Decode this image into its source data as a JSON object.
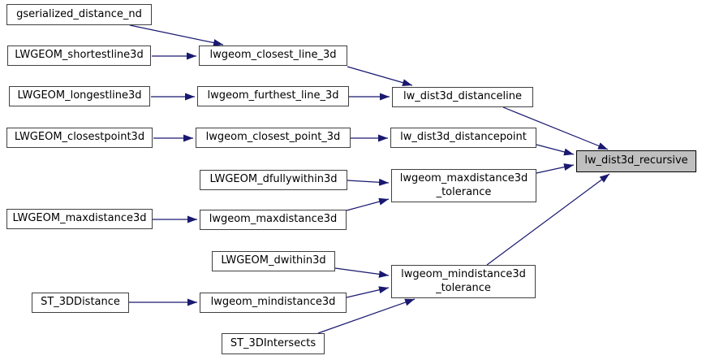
{
  "diagram": {
    "kind": "caller-graph",
    "highlight_node": "lw_dist3d_recursive",
    "colors": {
      "edge": "#191970",
      "node_border": "#404040",
      "node_fill": "#ffffff",
      "highlight_fill": "#bfbfbf",
      "highlight_border": "#000000",
      "background": "#ffffff"
    },
    "nodes": [
      {
        "label": "gserialized_distance_nd"
      },
      {
        "label": "LWGEOM_shortestline3d"
      },
      {
        "label": "LWGEOM_longestline3d"
      },
      {
        "label": "LWGEOM_closestpoint3d"
      },
      {
        "label": "LWGEOM_dfullywithin3d"
      },
      {
        "label": "LWGEOM_maxdistance3d"
      },
      {
        "label": "LWGEOM_dwithin3d"
      },
      {
        "label": "ST_3DDistance"
      },
      {
        "label": "ST_3DIntersects"
      },
      {
        "label": "lwgeom_closest_line_3d"
      },
      {
        "label": "lwgeom_furthest_line_3d"
      },
      {
        "label": "lwgeom_closest_point_3d"
      },
      {
        "label": "lwgeom_maxdistance3d"
      },
      {
        "label": "lwgeom_mindistance3d"
      },
      {
        "label": "lw_dist3d_distanceline"
      },
      {
        "label": "lw_dist3d_distancepoint"
      },
      {
        "label": "lwgeom_maxdistance3d\n_tolerance"
      },
      {
        "label": "lwgeom_mindistance3d\n_tolerance"
      },
      {
        "label": "lw_dist3d_recursive"
      }
    ],
    "edges": [
      {
        "from": "gserialized_distance_nd",
        "to": "lwgeom_closest_line_3d"
      },
      {
        "from": "LWGEOM_shortestline3d",
        "to": "lwgeom_closest_line_3d"
      },
      {
        "from": "lwgeom_closest_line_3d",
        "to": "lw_dist3d_distanceline"
      },
      {
        "from": "LWGEOM_longestline3d",
        "to": "lwgeom_furthest_line_3d"
      },
      {
        "from": "lwgeom_furthest_line_3d",
        "to": "lw_dist3d_distanceline"
      },
      {
        "from": "lw_dist3d_distanceline",
        "to": "lw_dist3d_recursive"
      },
      {
        "from": "LWGEOM_closestpoint3d",
        "to": "lwgeom_closest_point_3d"
      },
      {
        "from": "lwgeom_closest_point_3d",
        "to": "lw_dist3d_distancepoint"
      },
      {
        "from": "lw_dist3d_distancepoint",
        "to": "lw_dist3d_recursive"
      },
      {
        "from": "LWGEOM_dfullywithin3d",
        "to": "lwgeom_maxdistance3d_tolerance"
      },
      {
        "from": "lwgeom_maxdistance3d",
        "to": "lwgeom_maxdistance3d_tolerance"
      },
      {
        "from": "lwgeom_maxdistance3d_tolerance",
        "to": "lw_dist3d_recursive"
      },
      {
        "from": "lwgeom_mindistance3d_tolerance",
        "to": "lw_dist3d_recursive"
      },
      {
        "from": "LWGEOM_dwithin3d",
        "to": "lwgeom_mindistance3d_tolerance"
      },
      {
        "from": "lwgeom_mindistance3d",
        "to": "lwgeom_mindistance3d_tolerance"
      },
      {
        "from": "ST_3DIntersects",
        "to": "lwgeom_mindistance3d_tolerance"
      },
      {
        "from": "ST_3DDistance",
        "to": "lwgeom_mindistance3d"
      },
      {
        "from": "LWGEOM_maxdistance3d",
        "to": "lwgeom_maxdistance3d"
      }
    ]
  }
}
